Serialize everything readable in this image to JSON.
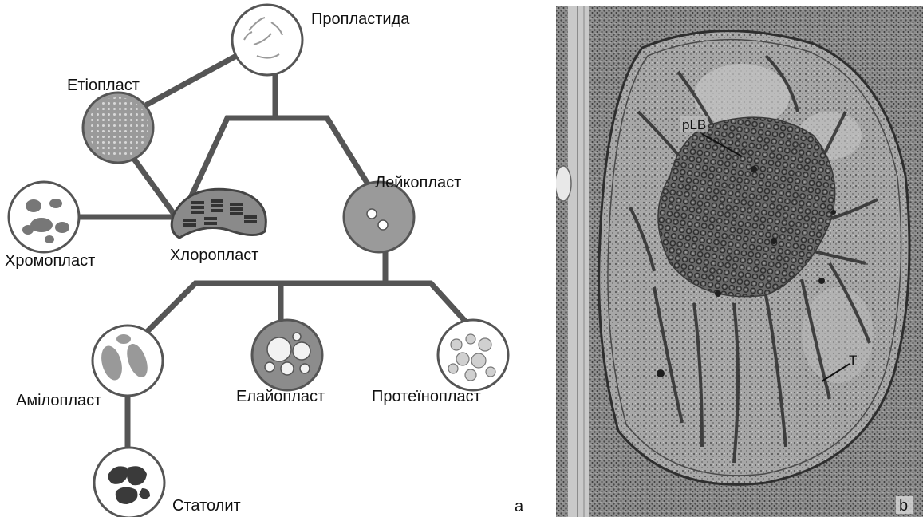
{
  "panel_a": {
    "nodes": {
      "proplastid": "Пропластида",
      "etioplast": "Етіопласт",
      "leucoplast": "Лейкопласт",
      "chromoplast": "Хромопласт",
      "chloroplast": "Хлоропласт",
      "amyloplast": "Амілопласт",
      "elaioplast": "Елайопласт",
      "proteinoplast": "Протеїнопласт",
      "statolith": "Статолит"
    },
    "panel_label": "a"
  },
  "panel_b": {
    "labels": {
      "prolamellar_body": "pLB",
      "thylakoid": "T"
    },
    "panel_label": "b"
  }
}
